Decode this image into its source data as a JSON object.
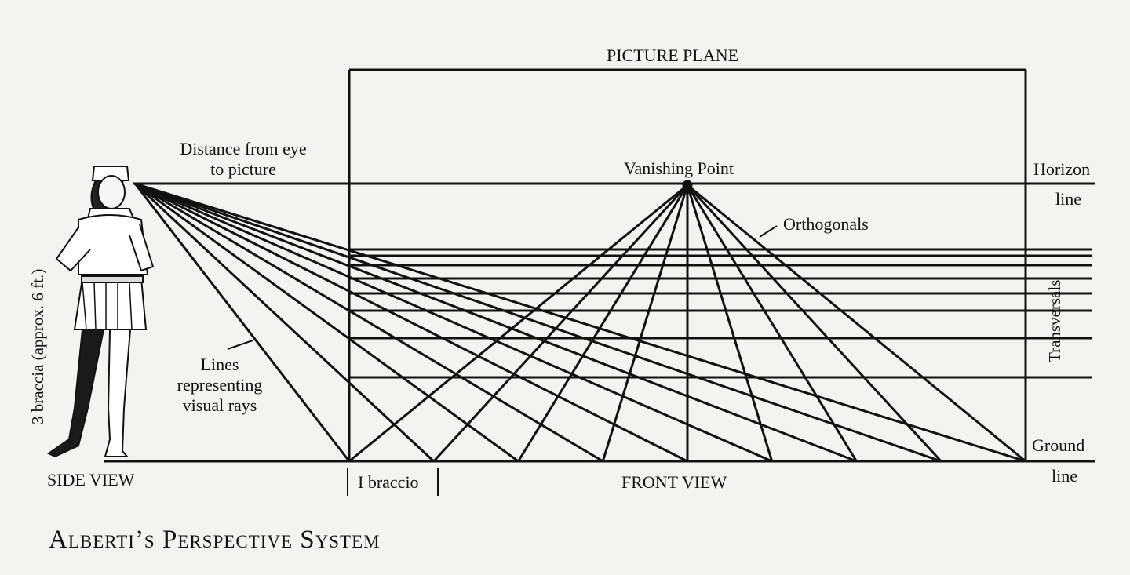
{
  "labels": {
    "picture_plane": "PICTURE PLANE",
    "distance_line1": "Distance from eye",
    "distance_line2": "to picture",
    "vanishing_point": "Vanishing Point",
    "horizon": "Horizon",
    "horizon_line": "line",
    "orthogonals": "Orthogonals",
    "transversals": "Transversals",
    "lines_rays_1": "Lines",
    "lines_rays_2": "representing",
    "lines_rays_3": "visual rays",
    "braccia_height": "3 braccia (approx. 6 ft.)",
    "ground": "Ground",
    "ground_line": "line",
    "side_view": "SIDE VIEW",
    "one_braccio": "I braccio",
    "front_view": "FRONT VIEW"
  },
  "title": "Alberti’s Perspective System",
  "colors": {
    "ink": "#111111",
    "paper": "#f3f3f1"
  }
}
